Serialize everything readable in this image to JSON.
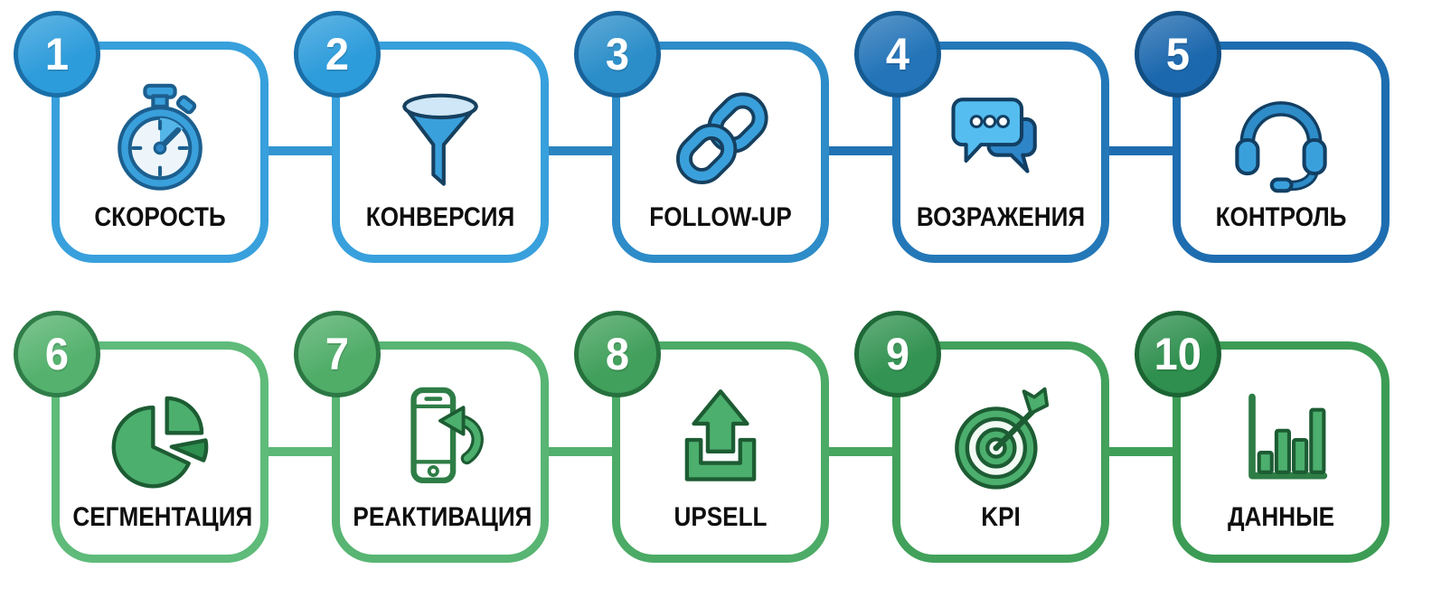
{
  "steps": [
    {
      "number": "1",
      "label": "СКОРОСТЬ",
      "icon": "stopwatch-icon",
      "accent": "#38A0DC"
    },
    {
      "number": "2",
      "label": "КОНВЕРСИЯ",
      "icon": "funnel-icon",
      "accent": "#38A0DC"
    },
    {
      "number": "3",
      "label": "FOLLOW-UP",
      "icon": "chain-link-icon",
      "accent": "#2E8CC8"
    },
    {
      "number": "4",
      "label": "ВОЗРАЖЕНИЯ",
      "icon": "chat-bubbles-icon",
      "accent": "#2478B8"
    },
    {
      "number": "5",
      "label": "КОНТРОЛЬ",
      "icon": "headset-icon",
      "accent": "#1E6DB0"
    },
    {
      "number": "6",
      "label": "СЕГМЕНТАЦИЯ",
      "icon": "pie-chart-icon",
      "accent": "#5FBB7A"
    },
    {
      "number": "7",
      "label": "РЕАКТИВАЦИЯ",
      "icon": "phone-reactivation-icon",
      "accent": "#58B573"
    },
    {
      "number": "8",
      "label": "UPSELL",
      "icon": "upload-icon",
      "accent": "#4CAB66"
    },
    {
      "number": "9",
      "label": "KPI",
      "icon": "target-icon",
      "accent": "#42A15B"
    },
    {
      "number": "10",
      "label": "ДАННЫЕ",
      "icon": "bar-chart-icon",
      "accent": "#3C9C55"
    }
  ],
  "palette": {
    "row1_blue_light": "#38A0DC",
    "row1_blue_dark": "#1E6DB0",
    "row2_green_light": "#5FBB7A",
    "row2_green_dark": "#3C9C55",
    "number_text": "#FFFFFF",
    "label_text": "#0E0E0E",
    "background": "#FFFFFF"
  }
}
